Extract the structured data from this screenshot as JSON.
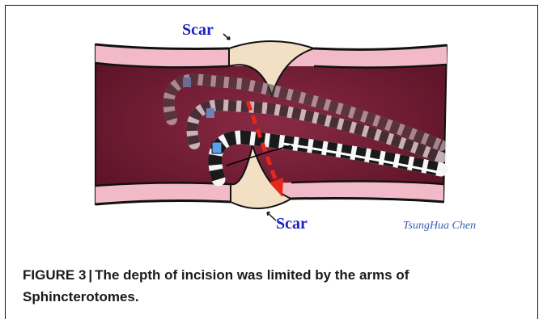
{
  "figure": {
    "scar_top": "Scar",
    "scar_bottom": "Scar",
    "signature": "TsungHua Chen",
    "colors": {
      "tissue": "#7a1e35",
      "mucosa": "#f2b9c8",
      "scar": "#f3dfc4",
      "arrow": "#e8261a",
      "label": "#1a1fc4"
    }
  },
  "caption": {
    "label": "FIGURE 3",
    "separator": "|",
    "text": "The depth of incision was limited by the arms of Sphincterotomes."
  }
}
